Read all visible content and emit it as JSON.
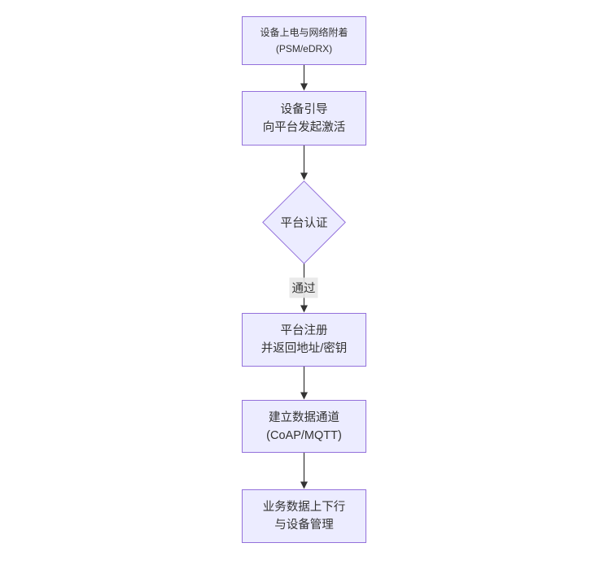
{
  "diagram": {
    "type": "flowchart-top-down",
    "colors": {
      "background": "#ffffff",
      "node_fill": "#ECECFF",
      "node_border": "#9370DB",
      "edge": "#333333",
      "edge_label_bg": "#e8e8e8",
      "text": "#333333"
    },
    "nodes": [
      {
        "id": "power-attach",
        "shape": "rect",
        "lines": [
          "设备上电与网络附着",
          "(PSM/eDRX)"
        ]
      },
      {
        "id": "bootstrap",
        "shape": "rect",
        "lines": [
          "设备引导",
          "向平台发起激活"
        ]
      },
      {
        "id": "platform-auth",
        "shape": "diamond",
        "lines": [
          "平台认证"
        ]
      },
      {
        "id": "register",
        "shape": "rect",
        "lines": [
          "平台注册",
          "并返回地址/密钥"
        ]
      },
      {
        "id": "data-channel",
        "shape": "rect",
        "lines": [
          "建立数据通道",
          "(CoAP/MQTT)"
        ]
      },
      {
        "id": "business-data",
        "shape": "rect",
        "lines": [
          "业务数据上下行",
          "与设备管理"
        ]
      }
    ],
    "edges": [
      {
        "from": "power-attach",
        "to": "bootstrap",
        "label": ""
      },
      {
        "from": "bootstrap",
        "to": "platform-auth",
        "label": ""
      },
      {
        "from": "platform-auth",
        "to": "register",
        "label": "通过"
      },
      {
        "from": "register",
        "to": "data-channel",
        "label": ""
      },
      {
        "from": "data-channel",
        "to": "business-data",
        "label": ""
      }
    ]
  }
}
